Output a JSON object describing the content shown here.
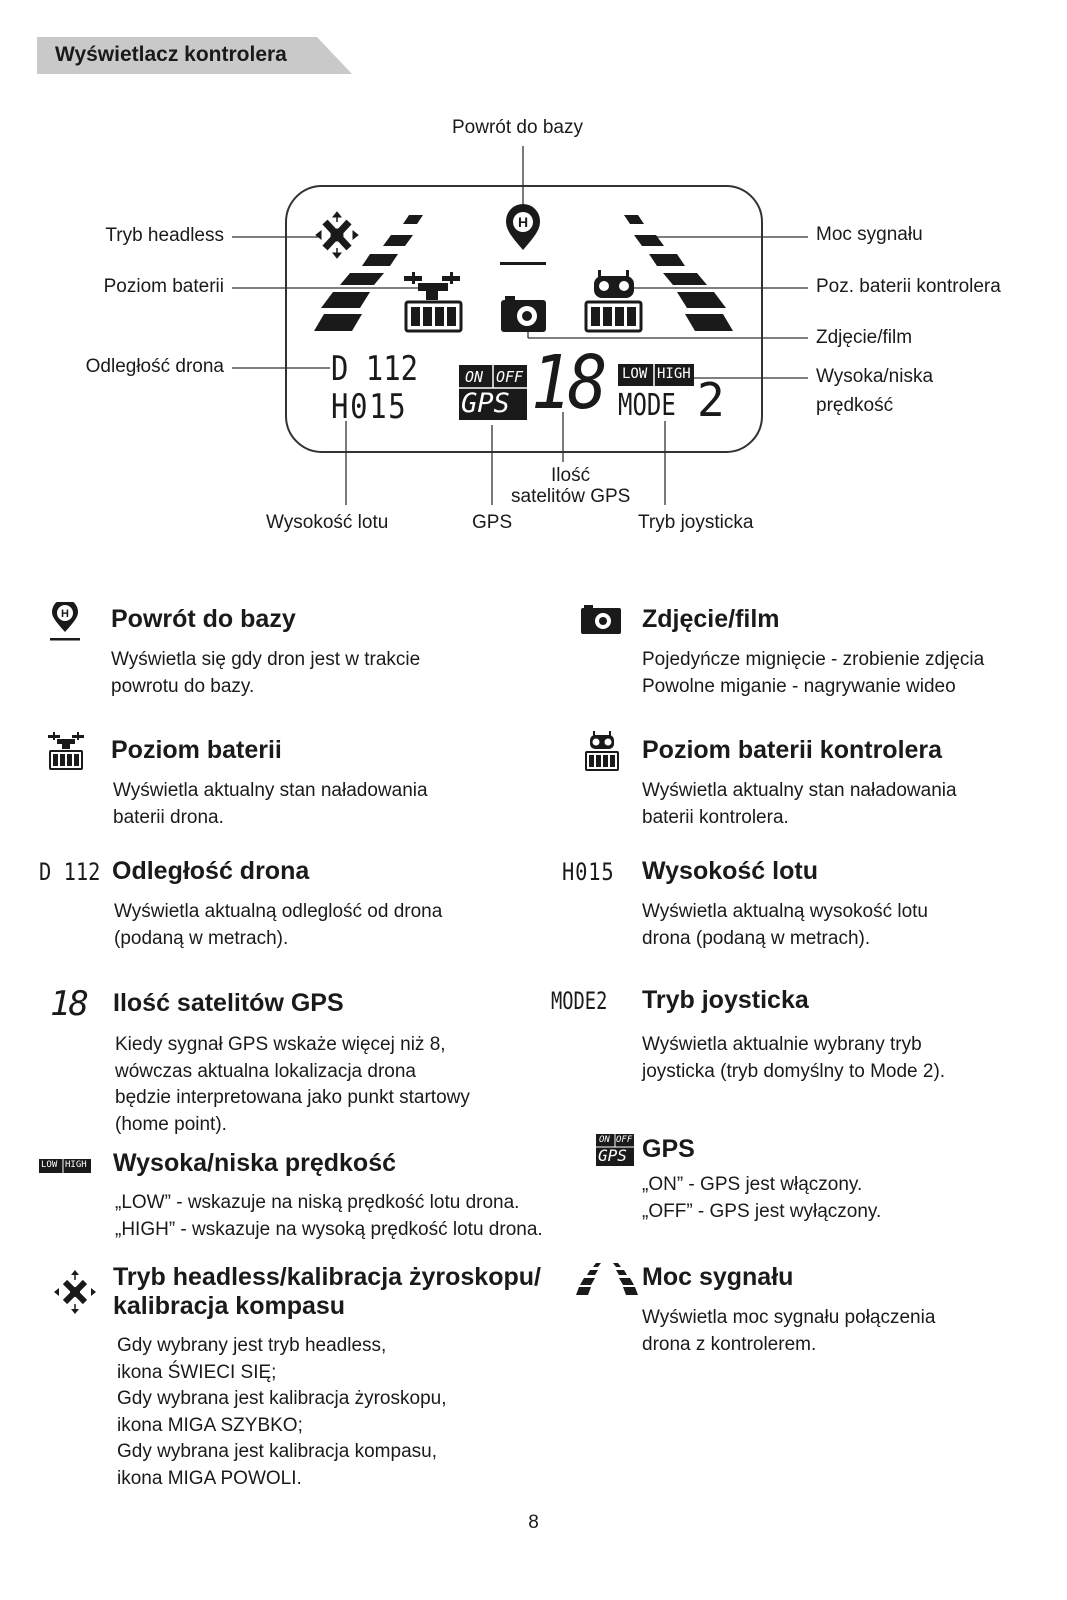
{
  "header": {
    "title": "Wyświetlacz kontrolera"
  },
  "diagram": {
    "labels": {
      "rth": "Powrót do bazy",
      "headless": "Tryb headless",
      "battery": "Poziom baterii",
      "distance": "Odległość drona",
      "signal": "Moc sygnału",
      "ctrl_battery": "Poz. baterii kontrolera",
      "photo": "Zdjęcie/film",
      "speed_line1": "Wysoka/niska",
      "speed_line2": "prędkość",
      "sat_line1": "Ilość",
      "sat_line2": "satelitów GPS",
      "altitude": "Wysokość lotu",
      "gps": "GPS",
      "joystick": "Tryb joysticka"
    },
    "lcd": {
      "distance_value": "D 112",
      "height_value": "H015",
      "on": "ON",
      "off": "OFF",
      "gps": "GPS",
      "satellites": "18",
      "low": "LOW",
      "high": "HIGH",
      "mode": "MODE",
      "mode_value": "2"
    }
  },
  "sections": {
    "rth": {
      "title": "Powrót do bazy",
      "desc": "Wyświetla się gdy dron jest w trakcie\npowrotu do bazy."
    },
    "photo": {
      "title": "Zdjęcie/film",
      "desc": "Pojedyńcze mignięcie - zrobienie zdjęcia\nPowolne miganie - nagrywanie wideo"
    },
    "battery": {
      "title": "Poziom baterii",
      "desc": "Wyświetla aktualny stan naładowania\nbaterii drona."
    },
    "ctrl_battery": {
      "title": "Poziom baterii kontrolera",
      "desc": "Wyświetla aktualny stan naładowania\nbaterii kontrolera."
    },
    "distance": {
      "icon_text": "D 112",
      "title": "Odległość drona",
      "desc": "Wyświetla aktualną odleglość od drona\n(podaną w metrach)."
    },
    "altitude": {
      "icon_text": "H015",
      "title": "Wysokość lotu",
      "desc": "Wyświetla aktualną wysokość lotu\ndrona (podaną w metrach)."
    },
    "satellites": {
      "icon_text": "18",
      "title": "Ilość satelitów GPS",
      "desc": "Kiedy sygnał GPS wskaże więcej niż 8,\nwówczas aktualna lokalizacja drona\nbędzie interpretowana jako punkt startowy\n(home point)."
    },
    "joystick": {
      "icon_text": "MODE2",
      "title": "Tryb joysticka",
      "desc": "Wyświetla aktualnie wybrany tryb\njoysticka (tryb domyślny to Mode 2)."
    },
    "speed": {
      "icon_low": "LOW",
      "icon_high": "HIGH",
      "title": "Wysoka/niska prędkość",
      "desc": "„LOW” - wskazuje na niską prędkość lotu drona.\n„HIGH” - wskazuje na wysoką prędkość lotu drona."
    },
    "gps": {
      "icon_on": "ON",
      "icon_off": "OFF",
      "icon_gps": "GPS",
      "title": "GPS",
      "desc": "„ON” - GPS jest włączony.\n„OFF” - GPS jest wyłączony."
    },
    "headless": {
      "title_line1": "Tryb headless/kalibracja żyroskopu/",
      "title_line2": "kalibracja kompasu",
      "desc": "Gdy wybrany jest tryb headless,\nikona ŚWIECI SIĘ;\nGdy wybrana jest kalibracja żyroskopu,\nikona MIGA SZYBKO;\nGdy wybrana jest kalibracja kompasu,\nikona MIGA POWOLI."
    },
    "signal": {
      "title": "Moc sygnału",
      "desc": "Wyświetla moc sygnału połączenia\ndrona z kontrolerem."
    }
  },
  "page_number": "8"
}
